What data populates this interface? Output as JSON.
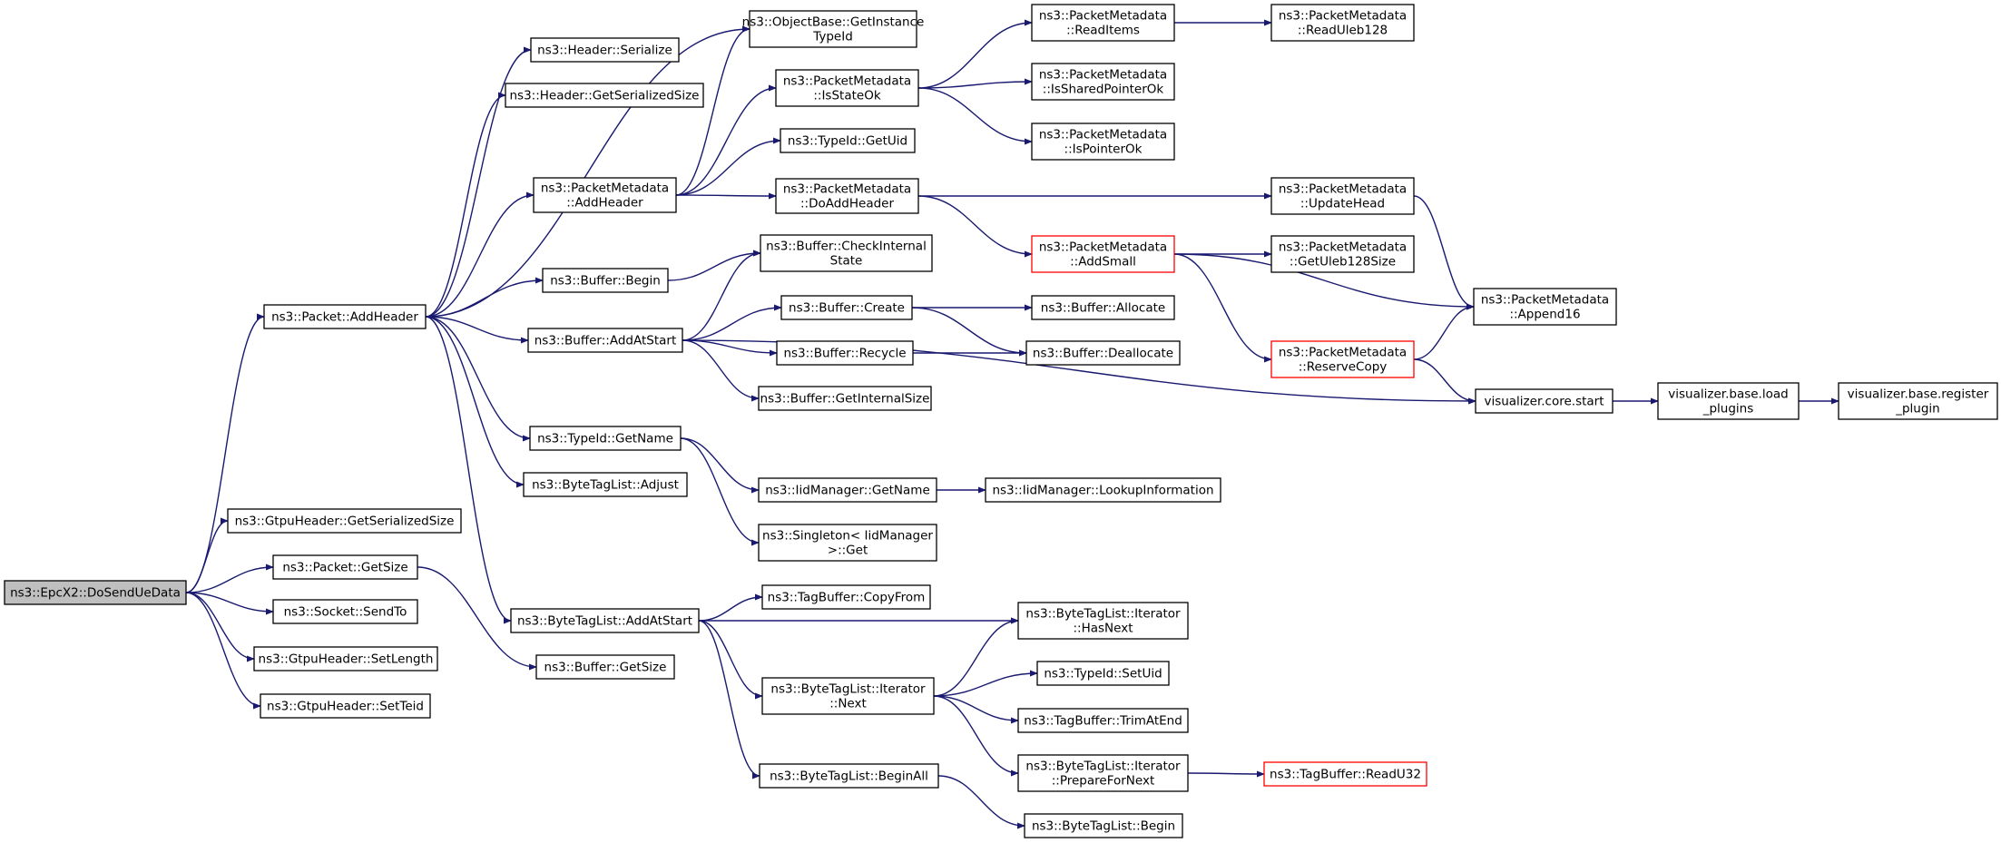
{
  "colors": {
    "edge": "#191970",
    "node_border": "#000000",
    "highlight_border": "#ff0000",
    "root_fill": "#bfbfbf",
    "node_fill": "#ffffff"
  },
  "nodes": [
    {
      "id": "root",
      "lines": [
        "ns3::EpcX2::DoSendUeData"
      ],
      "style": "root"
    },
    {
      "id": "pkt_addheader",
      "lines": [
        "ns3::Packet::AddHeader"
      ]
    },
    {
      "id": "gtpu_getser",
      "lines": [
        "ns3::GtpuHeader::GetSerializedSize"
      ]
    },
    {
      "id": "pkt_getsize",
      "lines": [
        "ns3::Packet::GetSize"
      ]
    },
    {
      "id": "sock_sendto",
      "lines": [
        "ns3::Socket::SendTo"
      ]
    },
    {
      "id": "gtpu_setlen",
      "lines": [
        "ns3::GtpuHeader::SetLength"
      ]
    },
    {
      "id": "gtpu_setteid",
      "lines": [
        "ns3::GtpuHeader::SetTeid"
      ]
    },
    {
      "id": "hdr_serialize",
      "lines": [
        "ns3::Header::Serialize"
      ]
    },
    {
      "id": "hdr_getser",
      "lines": [
        "ns3::Header::GetSerializedSize"
      ]
    },
    {
      "id": "pm_addheader",
      "lines": [
        "ns3::PacketMetadata",
        "::AddHeader"
      ]
    },
    {
      "id": "buf_begin",
      "lines": [
        "ns3::Buffer::Begin"
      ]
    },
    {
      "id": "buf_addatstart",
      "lines": [
        "ns3::Buffer::AddAtStart"
      ]
    },
    {
      "id": "typeid_getname",
      "lines": [
        "ns3::TypeId::GetName"
      ]
    },
    {
      "id": "btl_adjust",
      "lines": [
        "ns3::ByteTagList::Adjust"
      ]
    },
    {
      "id": "btl_addatstart",
      "lines": [
        "ns3::ByteTagList::AddAtStart"
      ]
    },
    {
      "id": "buf_getsize",
      "lines": [
        "ns3::Buffer::GetSize"
      ]
    },
    {
      "id": "ob_getinst",
      "lines": [
        "ns3::ObjectBase::GetInstance",
        "TypeId"
      ]
    },
    {
      "id": "pm_isstateok",
      "lines": [
        "ns3::PacketMetadata",
        "::IsStateOk"
      ]
    },
    {
      "id": "typeid_getuid",
      "lines": [
        "ns3::TypeId::GetUid"
      ]
    },
    {
      "id": "pm_doaddheader",
      "lines": [
        "ns3::PacketMetadata",
        "::DoAddHeader"
      ]
    },
    {
      "id": "buf_checkint",
      "lines": [
        "ns3::Buffer::CheckInternal",
        "State"
      ]
    },
    {
      "id": "buf_create",
      "lines": [
        "ns3::Buffer::Create"
      ]
    },
    {
      "id": "buf_recycle",
      "lines": [
        "ns3::Buffer::Recycle"
      ]
    },
    {
      "id": "buf_getint",
      "lines": [
        "ns3::Buffer::GetInternalSize"
      ]
    },
    {
      "id": "iid_getname",
      "lines": [
        "ns3::IidManager::GetName"
      ]
    },
    {
      "id": "singleton_get",
      "lines": [
        "ns3::Singleton< IidManager",
        ">::Get"
      ]
    },
    {
      "id": "tb_copyfrom",
      "lines": [
        "ns3::TagBuffer::CopyFrom"
      ]
    },
    {
      "id": "btli_next",
      "lines": [
        "ns3::ByteTagList::Iterator",
        "::Next"
      ]
    },
    {
      "id": "btl_beginall",
      "lines": [
        "ns3::ByteTagList::BeginAll"
      ]
    },
    {
      "id": "pm_readitems",
      "lines": [
        "ns3::PacketMetadata",
        "::ReadItems"
      ]
    },
    {
      "id": "pm_issharedptr",
      "lines": [
        "ns3::PacketMetadata",
        "::IsSharedPointerOk"
      ]
    },
    {
      "id": "pm_isptr",
      "lines": [
        "ns3::PacketMetadata",
        "::IsPointerOk"
      ]
    },
    {
      "id": "pm_addsmall",
      "lines": [
        "ns3::PacketMetadata",
        "::AddSmall"
      ],
      "style": "highlight"
    },
    {
      "id": "buf_allocate",
      "lines": [
        "ns3::Buffer::Allocate"
      ]
    },
    {
      "id": "buf_deallocate",
      "lines": [
        "ns3::Buffer::Deallocate"
      ]
    },
    {
      "id": "iid_lookup",
      "lines": [
        "ns3::IidManager::LookupInformation"
      ]
    },
    {
      "id": "btli_hasnext",
      "lines": [
        "ns3::ByteTagList::Iterator",
        "::HasNext"
      ]
    },
    {
      "id": "typeid_setuid",
      "lines": [
        "ns3::TypeId::SetUid"
      ]
    },
    {
      "id": "tb_trimatend",
      "lines": [
        "ns3::TagBuffer::TrimAtEnd"
      ]
    },
    {
      "id": "btli_prepare",
      "lines": [
        "ns3::ByteTagList::Iterator",
        "::PrepareForNext"
      ]
    },
    {
      "id": "btl_begin",
      "lines": [
        "ns3::ByteTagList::Begin"
      ]
    },
    {
      "id": "pm_readuleb",
      "lines": [
        "ns3::PacketMetadata",
        "::ReadUleb128"
      ]
    },
    {
      "id": "pm_updatehead",
      "lines": [
        "ns3::PacketMetadata",
        "::UpdateHead"
      ]
    },
    {
      "id": "pm_getuleb",
      "lines": [
        "ns3::PacketMetadata",
        "::GetUleb128Size"
      ]
    },
    {
      "id": "pm_reservecopy",
      "lines": [
        "ns3::PacketMetadata",
        "::ReserveCopy"
      ],
      "style": "highlight"
    },
    {
      "id": "tb_readu32",
      "lines": [
        "ns3::TagBuffer::ReadU32"
      ],
      "style": "highlight"
    },
    {
      "id": "pm_append16",
      "lines": [
        "ns3::PacketMetadata",
        "::Append16"
      ]
    },
    {
      "id": "viz_core_start",
      "lines": [
        "visualizer.core.start"
      ]
    },
    {
      "id": "viz_load",
      "lines": [
        "visualizer.base.load",
        "_plugins"
      ]
    },
    {
      "id": "viz_register",
      "lines": [
        "visualizer.base.register",
        "_plugin"
      ]
    }
  ],
  "edges": [
    [
      "root",
      "pkt_addheader"
    ],
    [
      "root",
      "gtpu_getser"
    ],
    [
      "root",
      "pkt_getsize"
    ],
    [
      "root",
      "sock_sendto"
    ],
    [
      "root",
      "gtpu_setlen"
    ],
    [
      "root",
      "gtpu_setteid"
    ],
    [
      "pkt_addheader",
      "hdr_serialize"
    ],
    [
      "pkt_addheader",
      "hdr_getser"
    ],
    [
      "pkt_addheader",
      "ob_getinst"
    ],
    [
      "pkt_addheader",
      "pm_addheader"
    ],
    [
      "pkt_addheader",
      "buf_begin"
    ],
    [
      "pkt_addheader",
      "buf_addatstart"
    ],
    [
      "pkt_addheader",
      "typeid_getname"
    ],
    [
      "pkt_addheader",
      "btl_adjust"
    ],
    [
      "pkt_addheader",
      "btl_addatstart"
    ],
    [
      "pkt_getsize",
      "buf_getsize"
    ],
    [
      "pm_addheader",
      "ob_getinst"
    ],
    [
      "pm_addheader",
      "pm_isstateok"
    ],
    [
      "pm_addheader",
      "typeid_getuid"
    ],
    [
      "pm_addheader",
      "pm_doaddheader"
    ],
    [
      "buf_begin",
      "buf_checkint"
    ],
    [
      "buf_addatstart",
      "buf_checkint"
    ],
    [
      "buf_addatstart",
      "buf_create"
    ],
    [
      "buf_addatstart",
      "buf_recycle"
    ],
    [
      "buf_addatstart",
      "buf_getint"
    ],
    [
      "buf_addatstart",
      "viz_core_start"
    ],
    [
      "typeid_getname",
      "iid_getname"
    ],
    [
      "typeid_getname",
      "singleton_get"
    ],
    [
      "btl_addatstart",
      "tb_copyfrom"
    ],
    [
      "btl_addatstart",
      "btli_hasnext"
    ],
    [
      "btl_addatstart",
      "btli_next"
    ],
    [
      "btl_addatstart",
      "btl_beginall"
    ],
    [
      "pm_isstateok",
      "pm_readitems"
    ],
    [
      "pm_isstateok",
      "pm_issharedptr"
    ],
    [
      "pm_isstateok",
      "pm_isptr"
    ],
    [
      "pm_readitems",
      "pm_readuleb"
    ],
    [
      "pm_doaddheader",
      "pm_updatehead"
    ],
    [
      "pm_doaddheader",
      "pm_addsmall"
    ],
    [
      "pm_addsmall",
      "pm_getuleb"
    ],
    [
      "pm_addsmall",
      "pm_append16"
    ],
    [
      "pm_addsmall",
      "pm_reservecopy"
    ],
    [
      "pm_updatehead",
      "pm_append16"
    ],
    [
      "pm_reservecopy",
      "pm_append16"
    ],
    [
      "pm_reservecopy",
      "viz_core_start"
    ],
    [
      "buf_create",
      "buf_allocate"
    ],
    [
      "buf_create",
      "buf_deallocate"
    ],
    [
      "buf_recycle",
      "buf_deallocate"
    ],
    [
      "iid_getname",
      "iid_lookup"
    ],
    [
      "btli_next",
      "btli_hasnext"
    ],
    [
      "btli_next",
      "typeid_setuid"
    ],
    [
      "btli_next",
      "tb_trimatend"
    ],
    [
      "btli_next",
      "btli_prepare"
    ],
    [
      "btli_prepare",
      "tb_readu32"
    ],
    [
      "btl_beginall",
      "btl_begin"
    ],
    [
      "viz_core_start",
      "viz_load"
    ],
    [
      "viz_load",
      "viz_register"
    ]
  ]
}
